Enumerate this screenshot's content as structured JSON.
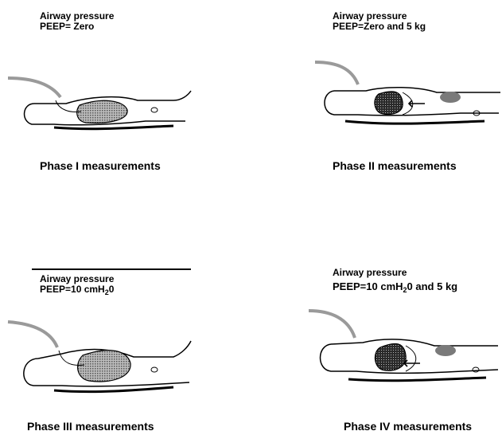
{
  "panels": [
    {
      "caption_line1": "Airway pressure",
      "caption_line2": "PEEP= Zero",
      "title": "Phase I measurements",
      "weight": false
    },
    {
      "caption_line1": "Airway pressure",
      "caption_line2": "PEEP=Zero and 5 kg",
      "title": "Phase II measurements",
      "weight": true
    },
    {
      "caption_line1": "Airway pressure",
      "caption_line2_pre": "PEEP=10 cmH",
      "caption_line2_sub": "2",
      "caption_line2_post": "0",
      "title": "Phase III measurements",
      "weight": false
    },
    {
      "caption_line1": "Airway pressure",
      "caption_line2_pre": "PEEP=10 cmH",
      "caption_line2_sub": "2",
      "caption_line2_post": "0 and 5 kg",
      "title": "Phase IV measurements",
      "weight": true
    }
  ],
  "colors": {
    "lung_fill_light": "#8a8a8a",
    "lung_fill_dark": "#1a1a1a",
    "weight_fill": "#7a7a7a",
    "tube": "#9a9a9a"
  }
}
